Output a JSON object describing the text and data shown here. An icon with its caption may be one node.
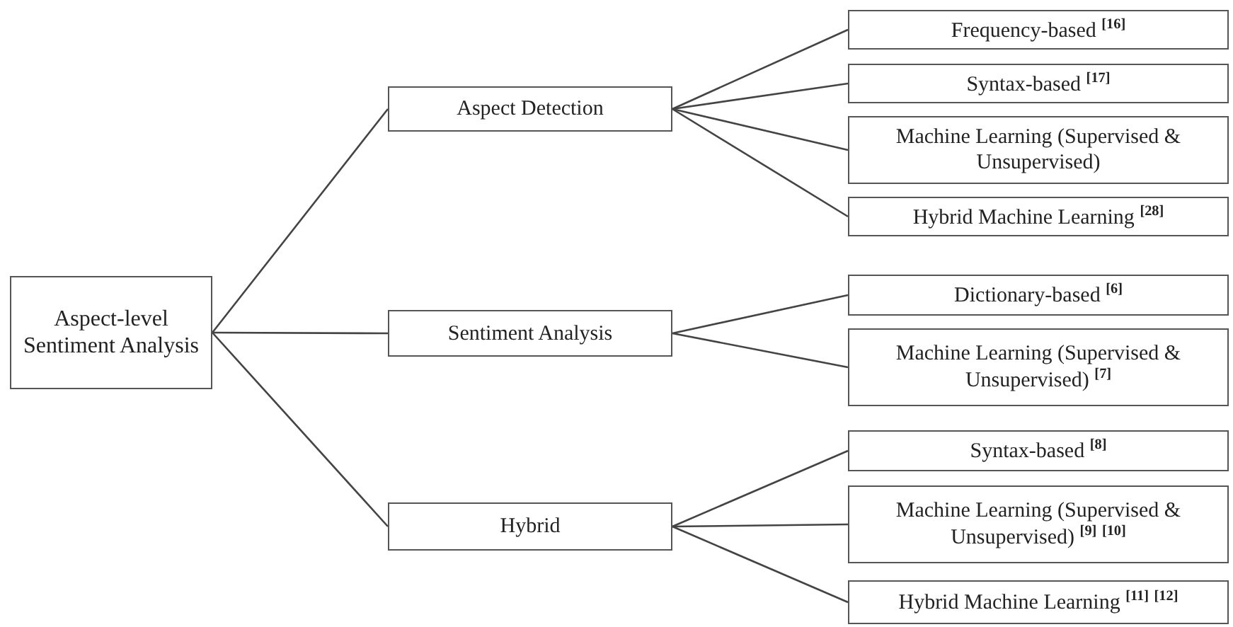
{
  "diagram": {
    "nodes": [
      {
        "text": [
          "Aspect-level Sentiment Analysis"
        ]
      },
      {
        "text": [
          "Aspect Detection"
        ]
      },
      {
        "text": [
          "Sentiment Analysis"
        ]
      },
      {
        "text": [
          "Hybrid"
        ]
      },
      {
        "text": [
          "Frequency-based $^{[16]}$"
        ]
      },
      {
        "text": [
          "Syntax-based $^{[17]}$"
        ]
      },
      {
        "text": [
          "Machine Learning (Supervised & Unsupervised)"
        ]
      },
      {
        "text": [
          "Hybrid Machine Learning $^{[28]}$"
        ]
      },
      {
        "text": [
          "Dictionary-based $^{[6]}$"
        ]
      },
      {
        "text": [
          "Machine Learning (Supervised & Unsupervised) $^{[7]}$"
        ]
      },
      {
        "text": [
          "Syntax-based $^{[8]}$"
        ]
      },
      {
        "text": [
          "Machine Learning (Supervised & Unsupervised) $^{[9]}$ $^{[10]}$"
        ]
      },
      {
        "text": [
          "Hybrid Machine Learning $^{[11]}$ $^{[12]}$"
        ]
      }
    ],
    "edges": [
      {
        "from": 0,
        "to": 1,
        "arrow": "none"
      },
      {
        "from": 0,
        "to": 2,
        "arrow": "none"
      },
      {
        "from": 0,
        "to": 3,
        "arrow": "none"
      },
      {
        "from": 1,
        "to": 4,
        "arrow": "none"
      },
      {
        "from": 1,
        "to": 5,
        "arrow": "none"
      },
      {
        "from": 1,
        "to": 6,
        "arrow": "none"
      },
      {
        "from": 1,
        "to": 7,
        "arrow": "none"
      },
      {
        "from": 2,
        "to": 8,
        "arrow": "none"
      },
      {
        "from": 2,
        "to": 9,
        "arrow": "none"
      },
      {
        "from": 3,
        "to": 10,
        "arrow": "none"
      },
      {
        "from": 3,
        "to": 11,
        "arrow": "none"
      },
      {
        "from": 3,
        "to": 12,
        "arrow": "none"
      }
    ]
  }
}
